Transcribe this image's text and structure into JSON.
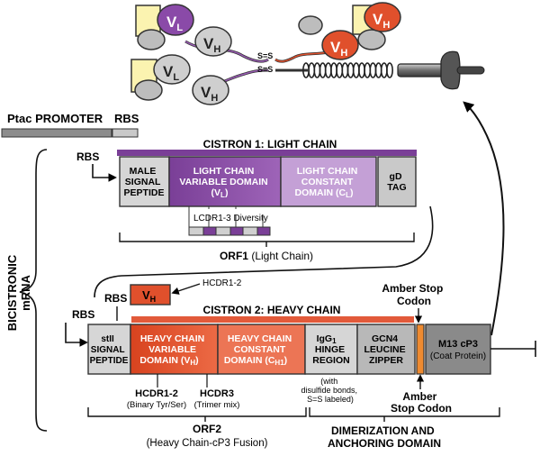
{
  "promoter": {
    "ptac": "Ptac PROMOTER",
    "rbs": "RBS"
  },
  "side_label": {
    "line1": "BICISTRONIC",
    "line2": "mRNA"
  },
  "rbs_label": "RBS",
  "cistron1": {
    "title": "CISTRON 1: LIGHT CHAIN",
    "male_signal": [
      "MALE",
      "SIGNAL",
      "PEPTIDE"
    ],
    "lc_variable": [
      "LIGHT CHAIN",
      "VARIABLE DOMAIN",
      "(V",
      "L",
      ")"
    ],
    "lc_constant": [
      "LIGHT CHAIN",
      "CONSTANT",
      "DOMAIN (C",
      "L",
      ")"
    ],
    "gd_tag": [
      "gD",
      "TAG"
    ],
    "diversity": "LCDR1-3 Diversity",
    "orf1_bold": "ORF1",
    "orf1_rest": "(Light Chain)"
  },
  "cistron2": {
    "title": "CISTRON 2: HEAVY CHAIN",
    "vh_base": "V",
    "vh_sub": "H",
    "hcdr_callout": "HCDR1-2",
    "stii": [
      "stII",
      "SIGNAL",
      "PEPTIDE"
    ],
    "hc_variable": [
      "HEAVY CHAIN",
      "VARIABLE",
      "DOMAIN (V",
      "H",
      ")"
    ],
    "hc_constant": [
      "HEAVY CHAIN",
      "CONSTANT",
      "DOMAIN (C",
      "H1",
      ")"
    ],
    "igg_hinge": [
      "IgG",
      "1",
      "HINGE",
      "REGION"
    ],
    "gcn4": [
      "GCN4",
      "LEUCINE",
      "ZIPPER"
    ],
    "m13": [
      "M13 cP3",
      "(Coat Protein)"
    ],
    "hcdr12": "HCDR1-2",
    "hcdr12_note": "(Binary Tyr/Ser)",
    "hcdr3": "HCDR3",
    "hcdr3_note": "(Trimer mix)",
    "hinge_note": [
      "(with",
      "disulfide bonds,",
      "S=S labeled)"
    ],
    "amber_top": [
      "Amber Stop",
      "Codon"
    ],
    "amber_bottom": [
      "Amber",
      "Stop Codon"
    ],
    "orf2_bold": "ORF2",
    "orf2_rest": "(Heavy Chain-cP3 Fusion)",
    "dimer": [
      "DIMERIZATION AND",
      "ANCHORING DOMAIN"
    ]
  },
  "protein": {
    "vl": "V",
    "vl_sub": "L",
    "vh": "V",
    "vh_sub": "H",
    "ss": "S=S"
  },
  "colors": {
    "purple_dark": "#7a3f97",
    "purple_mid": "#9a5cb5",
    "purple_light": "#c4a0d6",
    "red": "#e0502c",
    "red_mid": "#ec7555",
    "red_bar": "#e25a3a",
    "grey_light": "#d9d9d9",
    "grey_mid": "#b8b8b8",
    "grey_dark": "#8a8a8a",
    "orange_stop": "#ee8a30",
    "yellow": "#fbf3b0"
  }
}
